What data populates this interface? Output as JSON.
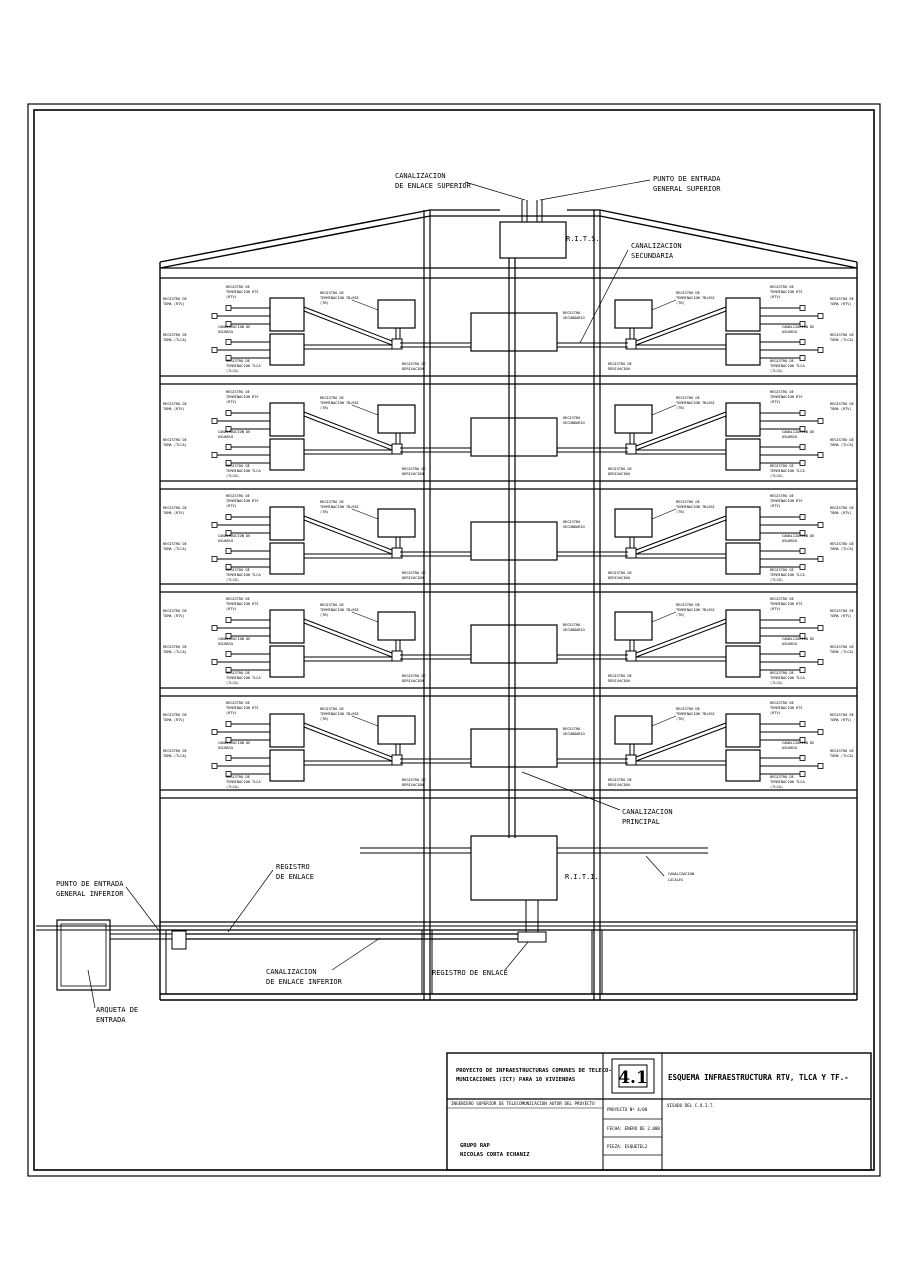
{
  "labels": {
    "canal_enlace_superior": [
      "CANALIZACION",
      "DE ENLACE SUPERIOR"
    ],
    "punto_entrada_superior": [
      "PUNTO DE ENTRADA",
      "GENERAL SUPERIOR"
    ],
    "rits": "R.I.T.S.",
    "canal_secundaria": [
      "CANALIZACION",
      "SECUNDARIA"
    ],
    "canal_principal": [
      "CANALIZACION",
      "PRINCIPAL"
    ],
    "riti": "R.I.T.I.",
    "canal_locales": [
      "CANALIZACION",
      "LOCALES"
    ],
    "registro_enlace_top": [
      "REGISTRO",
      "DE ENLACE"
    ],
    "punto_entrada_inferior": [
      "PUNTO DE ENTRADA",
      "GENERAL INFERIOR"
    ],
    "arqueta": [
      "ARQUETA DE",
      "ENTRADA"
    ],
    "canal_enlace_inferior": [
      "CANALIZACION",
      "DE ENLACE INFERIOR"
    ],
    "registro_enlace_bottom": "REGISTRO DE ENLACE"
  },
  "floor_labels": {
    "registro_secundario": [
      "REGISTRO",
      "SECUNDARIO"
    ],
    "reg_term_rtv": [
      "REGISTRO DE",
      "TERMINACION RTV",
      "(RTV)"
    ],
    "reg_term_tb": [
      "REGISTRO DE",
      "TERMINACION TB+RSI",
      "(TB)"
    ],
    "reg_term_tlca": [
      "REGISTRO DE",
      "TERMINACION TLCA",
      "(TLCA)"
    ],
    "reg_toma_rtv": [
      "REGISTRO DE",
      "TOMA (RTV)"
    ],
    "reg_toma_tlca": [
      "REGISTRO DE",
      "TOMA (TLCA)"
    ],
    "canal_usuario": [
      "CANALIZACION DE",
      "USUARIO"
    ],
    "reg_derivacion": [
      "REGISTRO DE",
      "DERIVACION"
    ]
  },
  "title_block": {
    "project": [
      "PROYECTO DE INFRAESTRUCTURAS COMUNES DE TELECO-",
      "MUNICACIONES (ICT) PARA 10 VIVIENDAS"
    ],
    "number": "4.1",
    "drawing_title": "ESQUEMA INFRAESTRUCTURA RTV, TLCA Y TF.-",
    "engineer_caption": "INGENIERO SUPERIOR DE TELECOMUNICACION AUTOR DEL PROYECTO",
    "author": [
      "GRUPO RAP",
      "NICOLAS CORTA ECHANIZ"
    ],
    "proyecto_no": "PROYECTO Nº 4/00",
    "fecha": "FECHA:  ENERO DE 2.000",
    "pieza": "PIEZA:  ESQUETEL2",
    "visado": "VISADO DEL C.O.I.T."
  }
}
